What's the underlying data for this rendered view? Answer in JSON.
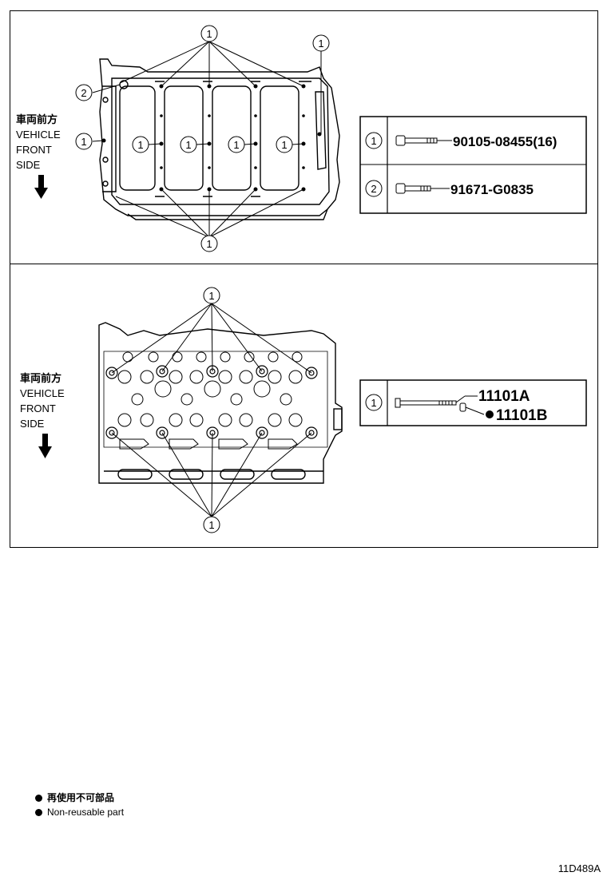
{
  "direction_label": {
    "jp": "車両前方",
    "en_lines": [
      "VEHICLE",
      "FRONT",
      "SIDE"
    ]
  },
  "top_panel": {
    "callouts": {
      "bolt_1": "1",
      "bolt_2": "2"
    },
    "parts": [
      {
        "ref": "1",
        "part_no": "90105-08455(16)"
      },
      {
        "ref": "2",
        "part_no": "91671-G0835"
      }
    ]
  },
  "bottom_panel": {
    "callouts": {
      "bolt_1": "1"
    },
    "parts": [
      {
        "ref": "1",
        "part_no_a": "11101A",
        "part_no_b": "11101B"
      }
    ]
  },
  "legend": {
    "jp": "再使用不可部品",
    "en": "Non-reusable part"
  },
  "figure_id": "11D489A"
}
